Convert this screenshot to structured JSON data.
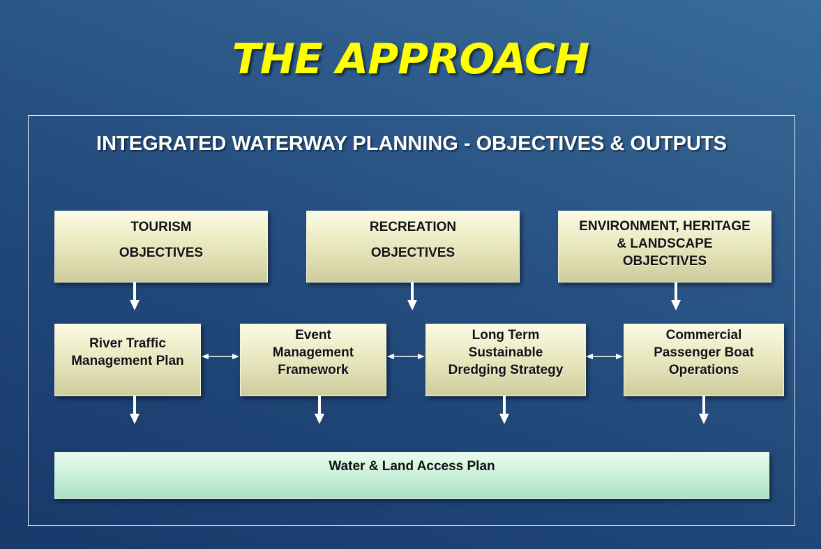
{
  "slide": {
    "title": "THE APPROACH"
  },
  "diagram": {
    "title": "INTEGRATED WATERWAY PLANNING - OBJECTIVES & OUTPUTS"
  },
  "objectives": [
    {
      "line1": "TOURISM",
      "line2": "OBJECTIVES"
    },
    {
      "line1": "RECREATION",
      "line2": "OBJECTIVES"
    },
    {
      "lines": [
        "ENVIRONMENT, HERITAGE",
        "& LANDSCAPE",
        "OBJECTIVES"
      ]
    }
  ],
  "outputs": [
    {
      "lines": [
        "River Traffic",
        "Management Plan"
      ]
    },
    {
      "lines": [
        "Event",
        "Management",
        "Framework"
      ]
    },
    {
      "lines": [
        "Long Term",
        "Sustainable",
        "Dredging Strategy"
      ]
    },
    {
      "lines": [
        "Commercial",
        "Passenger Boat",
        "Operations"
      ]
    }
  ],
  "final": {
    "label": "Water & Land Access Plan"
  },
  "colors": {
    "title": "#ffff00",
    "background": "#1f4677",
    "box_fill": "#ecebc4",
    "final_fill": "#cdf2dc",
    "arrow": "#ffffff"
  }
}
